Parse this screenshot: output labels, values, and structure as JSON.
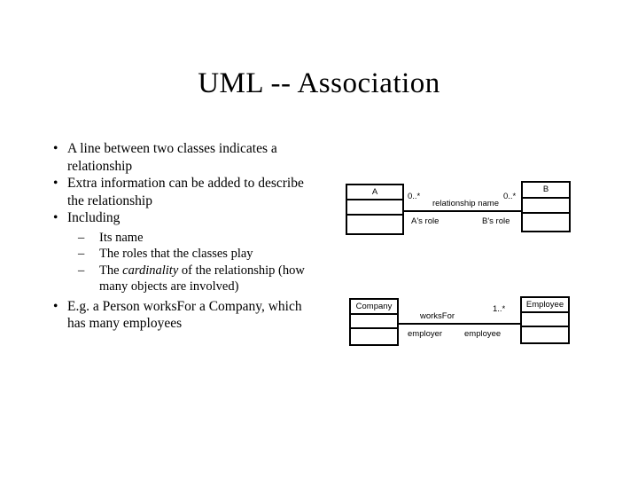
{
  "slide": {
    "title": "UML -- Association",
    "bullets": [
      {
        "level": 1,
        "marker": "•",
        "text": "A line between two classes indicates a relationship"
      },
      {
        "level": 1,
        "marker": "•",
        "text": "Extra information can be added to describe the relationship"
      },
      {
        "level": 1,
        "marker": "•",
        "text": "Including"
      },
      {
        "level": 2,
        "marker": "–",
        "text": "Its name"
      },
      {
        "level": 2,
        "marker": "–",
        "text": "The roles that the classes play"
      },
      {
        "level": 2,
        "marker": "–",
        "text_before": "The ",
        "text_italic": "cardinality",
        "text_after": " of the relationship (how many objects are involved)"
      },
      {
        "level": 1,
        "marker": "•",
        "text": "E.g. a Person worksFor a Company, which has many employees"
      }
    ]
  },
  "diagrams": {
    "generic": {
      "left_class": {
        "name": "A"
      },
      "right_class": {
        "name": "B"
      },
      "multiplicity_left": "0..*",
      "multiplicity_right": "0..*",
      "relationship_name": "relationship name",
      "role_left": "A's role",
      "role_right": "B's role"
    },
    "example": {
      "left_class": {
        "name": "Company"
      },
      "right_class": {
        "name": "Employee"
      },
      "multiplicity_right": "1..*",
      "relationship_name": "worksFor",
      "role_left": "employer",
      "role_right": "employee"
    }
  },
  "colors": {
    "background": "#ffffff",
    "ink": "#000000"
  }
}
